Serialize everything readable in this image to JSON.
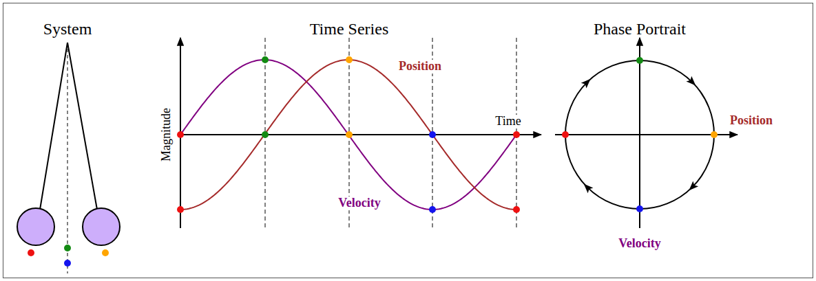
{
  "diagram": {
    "labels": [
      "System",
      "Time Series",
      "Phase Portrait",
      "Position",
      "Time",
      "Magnitude",
      "Velocity",
      "Position",
      "Velocity"
    ]
  }
}
